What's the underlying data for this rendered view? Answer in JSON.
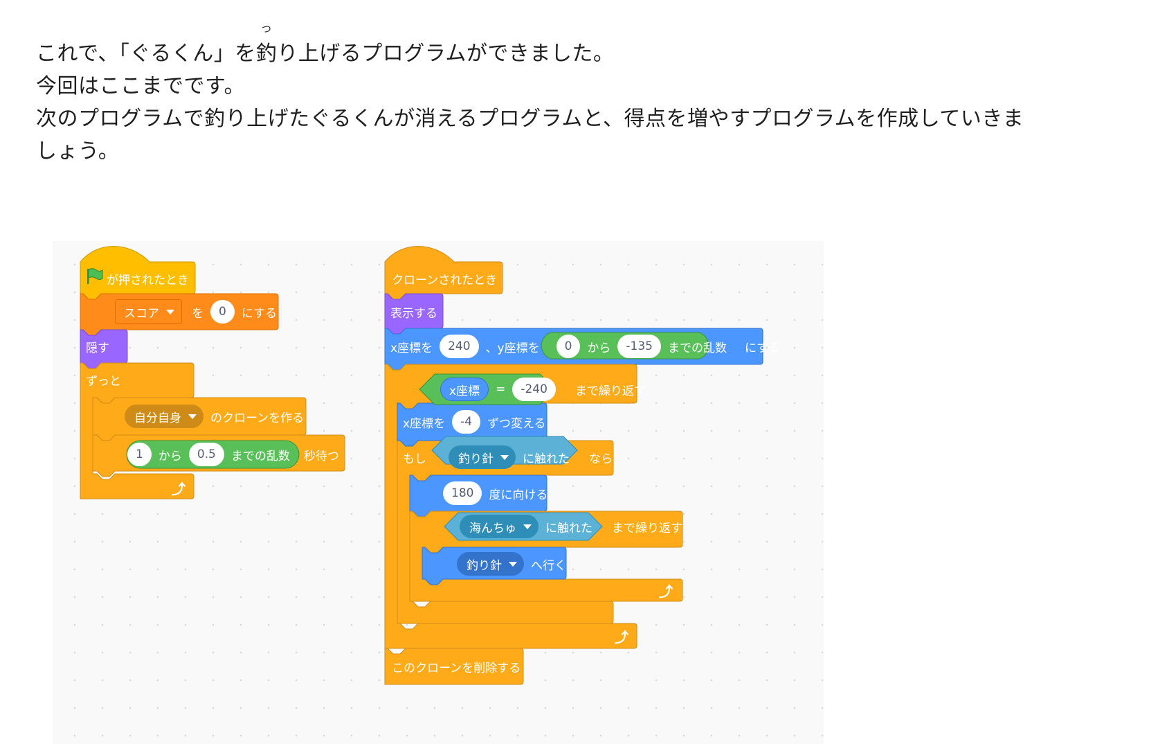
{
  "intro": {
    "line1_pre": "これで、「ぐるくん」を",
    "ruby_base": "釣",
    "ruby_text": "つ",
    "line1_post": "り上げるプログラムができました。",
    "line2": "今回はここまでです。",
    "line3": "次のプログラムで釣り上げたぐるくんが消えるプログラムと、得点を増やすプログラムを作成していきま",
    "line4": "しょう。"
  },
  "colors": {
    "events": "#ffbf00",
    "variables": "#ff8c1a",
    "looks": "#9966ff",
    "control": "#ffab19",
    "motion": "#4c97ff",
    "operators": "#59c059",
    "sensing": "#5cb1d6",
    "background": "#f9f9f9"
  },
  "script1": {
    "hat": "が押されたとき",
    "set_var": "スコア",
    "set_to": "を",
    "set_value": "0",
    "set_end": "にする",
    "hide": "隠す",
    "forever": "ずっと",
    "clone_target": "自分自身",
    "clone_label": "のクローンを作る",
    "rand_from": "1",
    "rand_kara": "から",
    "rand_to": "0.5",
    "rand_label": "までの乱数",
    "wait_label": "秒待つ"
  },
  "script2": {
    "hat": "クローンされたとき",
    "show": "表示する",
    "goto_x_label": "x座標を",
    "goto_x": "240",
    "goto_y_label": "、y座標を",
    "goto_rand_from": "0",
    "goto_rand_kara": "から",
    "goto_rand_to": "-135",
    "goto_rand_label": "までの乱数",
    "goto_end": "にする",
    "until_x": "x座標",
    "until_eq": "=",
    "until_val": "-240",
    "until_label": "まで繰り返す",
    "change_x_label": "x座標を",
    "change_x_val": "-4",
    "change_x_end": "ずつ変える",
    "if_label": "もし",
    "if_touch": "釣り針",
    "if_touch_end": "に触れた",
    "if_then": "なら",
    "point_val": "180",
    "point_label": "度に向ける",
    "until2_touch": "海んちゅ",
    "until2_touch_end": "に触れた",
    "until2_label": "まで繰り返す",
    "goto_target": "釣り針",
    "goto_label": "へ行く",
    "delete_clone": "このクローンを削除する"
  }
}
